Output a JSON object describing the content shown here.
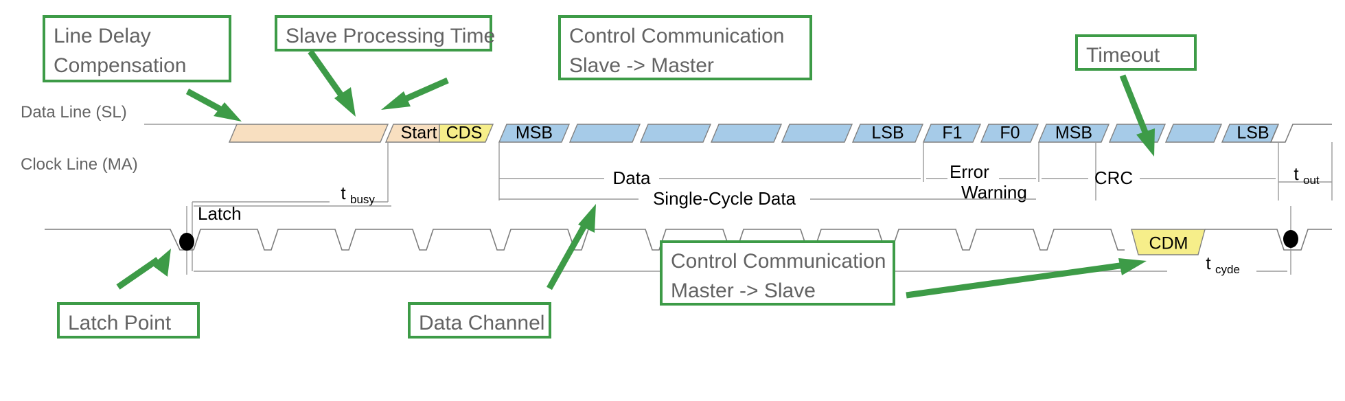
{
  "diagram": {
    "title": "Serial synchronous master-slave timing diagram",
    "colors": {
      "callout_border": "#3d9b47",
      "callout_text": "#636363",
      "busy_fill": "#f8dfc0",
      "control_fill": "#f6ee8a",
      "data_fill": "#a6cbe8",
      "line": "#808080",
      "arrow": "#3d9b47"
    }
  },
  "row_labels": {
    "data_line": "Data Line (SL)",
    "clock_line": "Clock Line (MA)"
  },
  "callouts": [
    {
      "id": "line-delay-compensation",
      "lines": [
        "Line Delay",
        "Compensation"
      ]
    },
    {
      "id": "slave-processing-time",
      "lines": [
        "Slave Processing Time"
      ]
    },
    {
      "id": "control-comm-slave-master",
      "lines": [
        "Control Communication",
        "Slave -> Master"
      ]
    },
    {
      "id": "timeout",
      "lines": [
        "Timeout"
      ]
    },
    {
      "id": "latch-point",
      "lines": [
        "Latch Point"
      ]
    },
    {
      "id": "data-channel",
      "lines": [
        "Data Channel"
      ]
    },
    {
      "id": "control-comm-master-slave",
      "lines": [
        "Control Communication",
        "Master -> Slave"
      ]
    }
  ],
  "data_line_cells": [
    {
      "label": "",
      "kind": "busy"
    },
    {
      "label": "Start",
      "kind": "busy"
    },
    {
      "label": "CDS",
      "kind": "control"
    },
    {
      "label": "MSB",
      "kind": "data"
    },
    {
      "label": "",
      "kind": "data"
    },
    {
      "label": "",
      "kind": "data"
    },
    {
      "label": "",
      "kind": "data"
    },
    {
      "label": "",
      "kind": "data"
    },
    {
      "label": "LSB",
      "kind": "data"
    },
    {
      "label": "F1",
      "kind": "data"
    },
    {
      "label": "F0",
      "kind": "data"
    },
    {
      "label": "MSB",
      "kind": "data"
    },
    {
      "label": "",
      "kind": "data"
    },
    {
      "label": "",
      "kind": "data"
    },
    {
      "label": "LSB",
      "kind": "data"
    }
  ],
  "clock_line_cells": [
    {
      "label": "CDM",
      "kind": "control"
    }
  ],
  "span_labels": {
    "t_busy": {
      "base": "t",
      "sub": "busy"
    },
    "t_out": {
      "base": "t",
      "sub": "out"
    },
    "t_cycle": {
      "base": "t",
      "sub": "cyde"
    },
    "data": "Data",
    "error": "Error",
    "warning": "Warning",
    "crc": "CRC",
    "single_cycle_data": "Single-Cycle Data",
    "latch": "Latch"
  }
}
